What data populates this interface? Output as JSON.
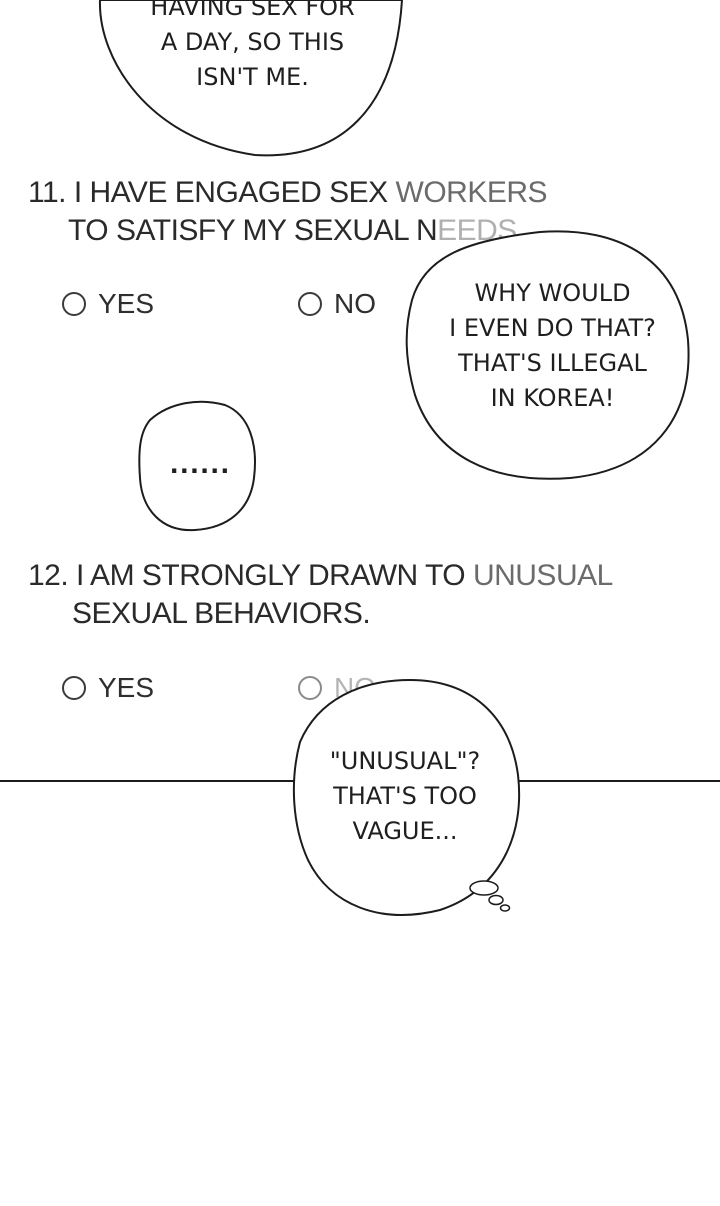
{
  "bubble_top": {
    "lines": [
      "HAVING SEX FOR",
      "A DAY, SO THIS",
      "ISN'T ME."
    ]
  },
  "question_11": {
    "line1_a": "11. I HAVE ENGAGED SEX ",
    "line1_b": "WORKERS",
    "line2_a": "TO SATISFY MY SEXUAL N",
    "line2_b": "EEDS."
  },
  "options_11": {
    "yes": "YES",
    "no": "NO"
  },
  "bubble_korea": {
    "lines": [
      "WHY WOULD",
      "I EVEN DO THAT?",
      "THAT'S ILLEGAL",
      "IN KOREA!"
    ]
  },
  "bubble_silence": {
    "text": "......"
  },
  "question_12": {
    "line1_a": "12. I AM STRONGLY DRAWN TO ",
    "line1_b": "UNUSUAL",
    "line2": "SEXUAL BEHAVIORS."
  },
  "options_12": {
    "yes": "YES",
    "no": "NO"
  },
  "bubble_unusual": {
    "lines": [
      "\"UNUSUAL\"?",
      "THAT'S TOO",
      "VAGUE..."
    ]
  }
}
